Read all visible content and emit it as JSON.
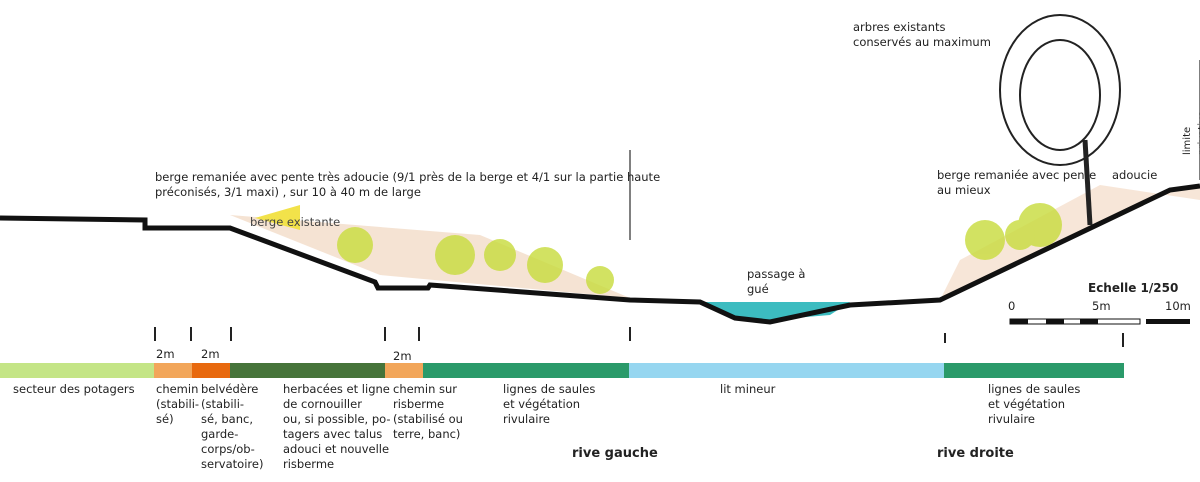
{
  "annotations": {
    "berge_remaniee_gauche": "berge remaniée avec pente très adoucie (9/1 près de la berge et 4/1 sur la partie haute\npréconisés, 3/1 maxi) , sur 10 à 40 m de large",
    "berge_existante": "berge existante",
    "passage_gue": "passage à\ngué",
    "arbres": "arbres existants\nconservés au maximum",
    "berge_remaniee_droite": "berge remaniée avec pente\nau mieux",
    "adoucie": "adoucie",
    "limite_privative": "limite privative"
  },
  "scale": {
    "title": "Echelle 1/250",
    "labels": [
      "0",
      "5m",
      "10m"
    ]
  },
  "widths": [
    "2m",
    "2m",
    "2m"
  ],
  "zones": [
    {
      "label": "secteur des potagers",
      "color": "#c4e586"
    },
    {
      "label": "chemin\n(stabili-\nsé)",
      "color": "#f2a65a"
    },
    {
      "label": "belvédère\n(stabili-\nsé, banc,\ngarde-\ncorps/ob-\nservatoire)",
      "color": "#e8690e"
    },
    {
      "label": "herbacées et ligne\nde cornouiller\nou, si possible, po-\ntagers avec talus\nadouci et nouvelle\nrisberme",
      "color": "#46743a"
    },
    {
      "label": "chemin sur\nrisberme\n(stabilisé ou\nterre, banc)",
      "color": "#f2a65a"
    },
    {
      "label": "lignes de saules\net végétation\nrivulaire",
      "color": "#2a9a6a"
    },
    {
      "label": "lit mineur",
      "color": "#96d6f0"
    },
    {
      "label": "lignes de saules\net végétation\nrivulaire",
      "color": "#2a9a6a"
    }
  ],
  "banks": {
    "left": "rive gauche",
    "right": "rive droite"
  }
}
